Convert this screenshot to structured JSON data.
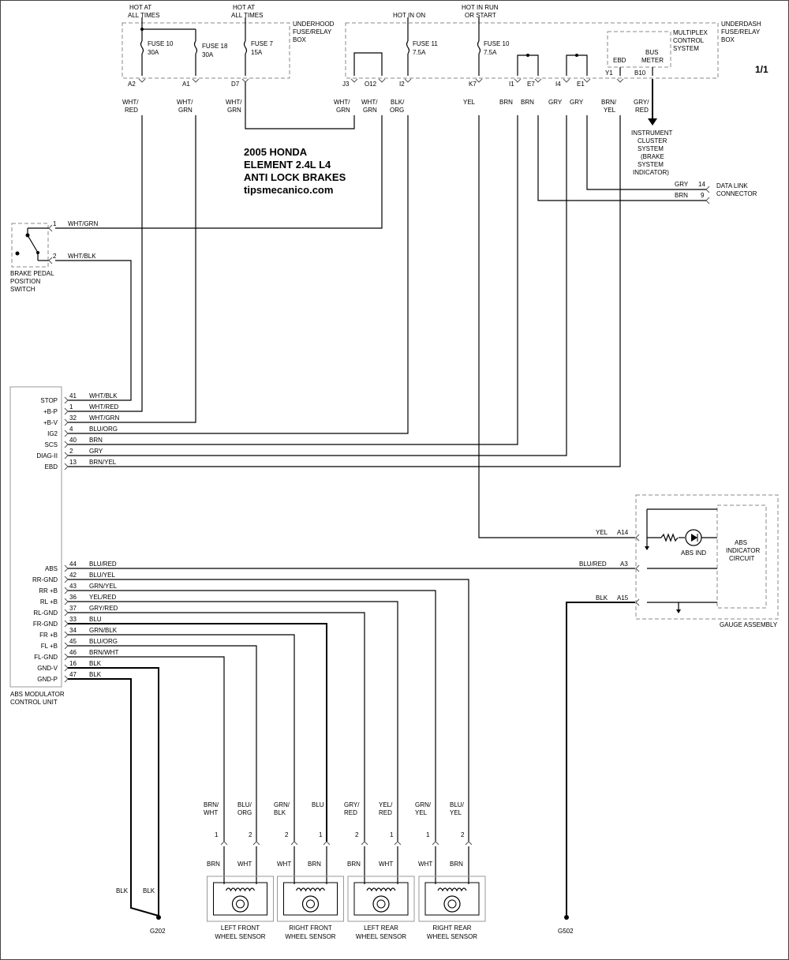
{
  "title": [
    "2005 HONDA",
    "ELEMENT 2.4L L4",
    "ANTI LOCK BRAKES",
    "tipsmecanico.com"
  ],
  "page_number": "1/1",
  "power_headers": {
    "hot_all_times_1": [
      "HOT AT",
      "ALL TIMES"
    ],
    "hot_all_times_2": [
      "HOT AT",
      "ALL TIMES"
    ],
    "hot_in_on": [
      "HOT IN ON"
    ],
    "hot_in_run": [
      "HOT IN RUN",
      "OR START"
    ]
  },
  "underhood_box": {
    "label": [
      "UNDERHOOD",
      "FUSE/RELAY",
      "BOX"
    ],
    "fuses": [
      {
        "name": "FUSE 10",
        "rating": "30A",
        "pin": "A2",
        "wire": [
          "WHT/",
          "RED"
        ]
      },
      {
        "name": "FUSE 18",
        "rating": "30A",
        "pin": "A1",
        "wire": [
          "WHT/",
          "GRN"
        ]
      },
      {
        "name": "FUSE 7",
        "rating": "15A",
        "pin": "D7",
        "wire": [
          "WHT/",
          "GRN"
        ]
      }
    ]
  },
  "underdash_box": {
    "label": [
      "UNDERDASH",
      "FUSE/RELAY",
      "BOX"
    ],
    "fuses": [
      {
        "name": "FUSE 11",
        "rating": "7.5A"
      },
      {
        "name": "FUSE 10",
        "rating": "7.5A"
      }
    ],
    "pins": [
      {
        "pin": "J3",
        "wire": [
          "WHT/",
          "GRN"
        ]
      },
      {
        "pin": "O12",
        "wire": [
          "WHT/",
          "GRN"
        ]
      },
      {
        "pin": "I2",
        "wire": [
          "BLK/",
          "ORG"
        ]
      },
      {
        "pin": "K7",
        "wire": [
          "YEL"
        ]
      },
      {
        "pin": "I1",
        "wire": [
          "BRN"
        ]
      },
      {
        "pin": "E7",
        "wire": [
          "BRN"
        ]
      },
      {
        "pin": "I4",
        "wire": [
          "GRY"
        ]
      },
      {
        "pin": "E1",
        "wire": [
          "GRY"
        ]
      },
      {
        "pin": "Y1",
        "wire": [
          "BRN/",
          "YEL"
        ]
      },
      {
        "pin": "B10",
        "wire": [
          "GRY/",
          "RED"
        ]
      }
    ],
    "multiplex": {
      "label": [
        "MULTIPLEX",
        "CONTROL",
        "SYSTEM"
      ],
      "ebd": "EBD",
      "bus": "BUS",
      "meter": "METER"
    }
  },
  "instrument_cluster": [
    "INSTRUMENT",
    "CLUSTER",
    "SYSTEM",
    "(BRAKE",
    "SYSTEM",
    "INDICATOR)"
  ],
  "data_link": {
    "label": [
      "DATA LINK",
      "CONNECTOR"
    ],
    "wires": [
      {
        "color": "GRY",
        "pin": "14"
      },
      {
        "color": "BRN",
        "pin": "9"
      }
    ]
  },
  "brake_switch": {
    "label": [
      "BRAKE PEDAL",
      "POSITION",
      "SWITCH"
    ],
    "pins": [
      {
        "pin": "1",
        "wire": "WHT/GRN"
      },
      {
        "pin": "2",
        "wire": "WHT/BLK"
      }
    ]
  },
  "abs_unit": {
    "label": [
      "ABS MODULATOR",
      "CONTROL UNIT"
    ],
    "terminals": [
      {
        "name": "STOP",
        "pin": "41",
        "wire": "WHT/BLK"
      },
      {
        "name": "+B-P",
        "pin": "1",
        "wire": "WHT/RED"
      },
      {
        "name": "+B-V",
        "pin": "32",
        "wire": "WHT/GRN"
      },
      {
        "name": "IG2",
        "pin": "4",
        "wire": "BLU/ORG"
      },
      {
        "name": "SCS",
        "pin": "40",
        "wire": "BRN"
      },
      {
        "name": "DIAG-II",
        "pin": "2",
        "wire": "GRY"
      },
      {
        "name": "EBD",
        "pin": "13",
        "wire": "BRN/YEL"
      },
      {
        "name": "ABS",
        "pin": "44",
        "wire": "BLU/RED"
      },
      {
        "name": "RR-GND",
        "pin": "42",
        "wire": "BLU/YEL"
      },
      {
        "name": "RR +B",
        "pin": "43",
        "wire": "GRN/YEL"
      },
      {
        "name": "RL +B",
        "pin": "36",
        "wire": "YEL/RED"
      },
      {
        "name": "RL-GND",
        "pin": "37",
        "wire": "GRY/RED"
      },
      {
        "name": "FR-GND",
        "pin": "33",
        "wire": "BLU"
      },
      {
        "name": "FR +B",
        "pin": "34",
        "wire": "GRN/BLK"
      },
      {
        "name": "FL +B",
        "pin": "45",
        "wire": "BLU/ORG"
      },
      {
        "name": "FL-GND",
        "pin": "46",
        "wire": "BRN/WHT"
      },
      {
        "name": "GND-V",
        "pin": "16",
        "wire": "BLK"
      },
      {
        "name": "GND-P",
        "pin": "47",
        "wire": "BLK"
      }
    ]
  },
  "gauge": {
    "label": "GAUGE ASSEMBLY",
    "abs_ind": "ABS IND",
    "circuit": [
      "ABS",
      "INDICATOR",
      "CIRCUIT"
    ],
    "pins": [
      {
        "pin": "A14",
        "wire": "YEL"
      },
      {
        "pin": "A3",
        "wire": "BLU/RED"
      },
      {
        "pin": "A15",
        "wire": "BLK"
      }
    ]
  },
  "sensors": [
    {
      "label": [
        "LEFT FRONT",
        "WHEEL SENSOR"
      ],
      "wires": [
        [
          "BRN/",
          "WHT"
        ],
        [
          "BLU/",
          "ORG"
        ]
      ],
      "pins": [
        "1",
        "2"
      ],
      "leads": [
        "BRN",
        "WHT"
      ]
    },
    {
      "label": [
        "RIGHT FRONT",
        "WHEEL SENSOR"
      ],
      "wires": [
        [
          "GRN/",
          "BLK"
        ],
        [
          "BLU"
        ]
      ],
      "pins": [
        "2",
        "1"
      ],
      "leads": [
        "WHT",
        "BRN"
      ]
    },
    {
      "label": [
        "LEFT REAR",
        "WHEEL SENSOR"
      ],
      "wires": [
        [
          "GRY/",
          "RED"
        ],
        [
          "YEL/",
          "RED"
        ]
      ],
      "pins": [
        "2",
        "1"
      ],
      "leads": [
        "BRN",
        "WHT"
      ]
    },
    {
      "label": [
        "RIGHT REAR",
        "WHEEL SENSOR"
      ],
      "wires": [
        [
          "GRN/",
          "YEL"
        ],
        [
          "BLU/",
          "YEL"
        ]
      ],
      "pins": [
        "1",
        "2"
      ],
      "leads": [
        "WHT",
        "BRN"
      ]
    }
  ],
  "grounds": [
    {
      "name": "G202",
      "wires": [
        "BLK",
        "BLK"
      ]
    },
    {
      "name": "G502"
    }
  ]
}
